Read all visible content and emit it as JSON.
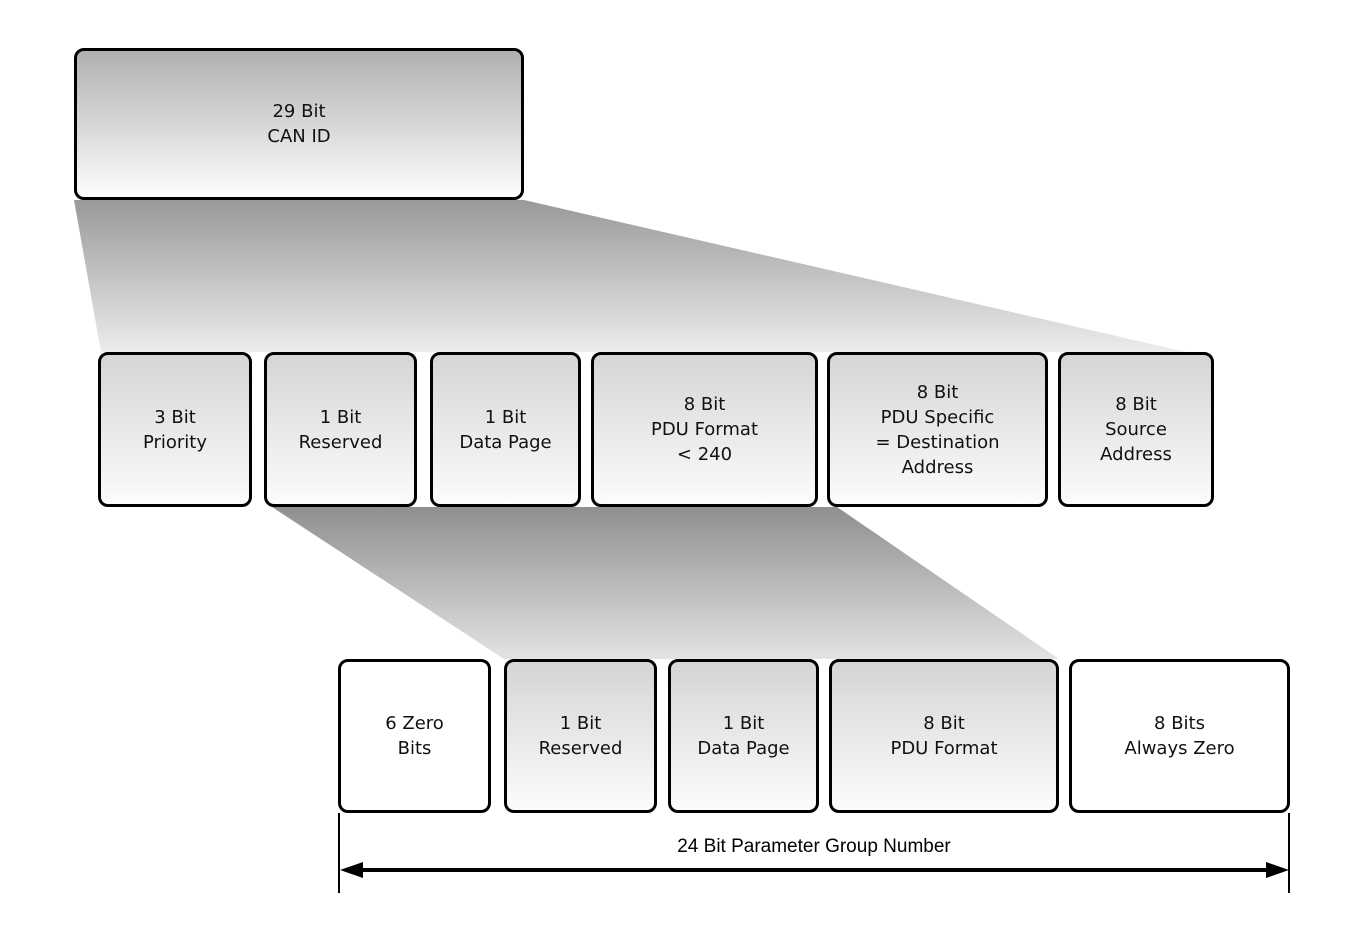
{
  "colors": {
    "background": "#ffffff",
    "border": "#000000",
    "text": "#111111",
    "box_gradient_top": "#d5d5d5",
    "box_gradient_bottom": "#fcfcfc",
    "top_box_gradient_top": "#b0b0b0",
    "shadow_dark": "#999999",
    "shadow_light": "#ececec"
  },
  "top_box": {
    "label": "29 Bit\nCAN ID"
  },
  "middle_row": {
    "boxes": [
      {
        "label": "3 Bit\nPriority"
      },
      {
        "label": "1 Bit\nReserved"
      },
      {
        "label": "1 Bit\nData Page"
      },
      {
        "label": "8 Bit\nPDU Format\n< 240"
      },
      {
        "label": "8 Bit\nPDU Specific\n= Destination\nAddress"
      },
      {
        "label": "8 Bit\nSource\nAddress"
      }
    ]
  },
  "bottom_row": {
    "boxes": [
      {
        "label": "6 Zero\nBits",
        "style": "plain"
      },
      {
        "label": "1 Bit\nReserved",
        "style": "gradient"
      },
      {
        "label": "1 Bit\nData Page",
        "style": "gradient"
      },
      {
        "label": "8 Bit\nPDU Format",
        "style": "gradient"
      },
      {
        "label": "8 Bits\nAlways Zero",
        "style": "plain"
      }
    ]
  },
  "dimension": {
    "label": "24 Bit Parameter Group Number"
  }
}
